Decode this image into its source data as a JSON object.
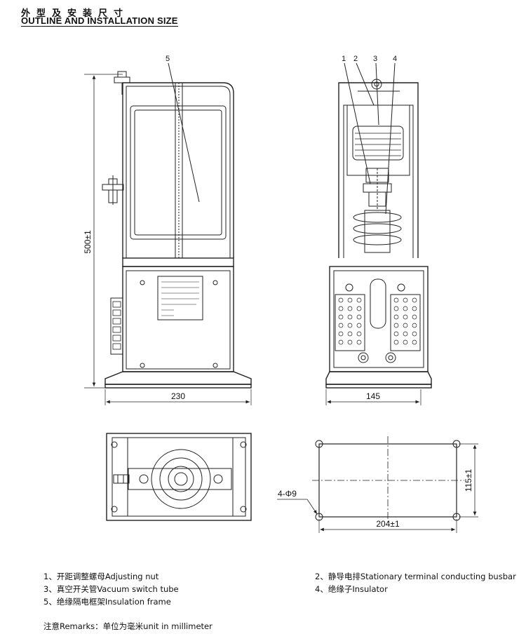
{
  "header": {
    "title_cn": "外型及安装尺寸",
    "title_en": "OUTLINE AND INSTALLATION SIZE"
  },
  "side_view": {
    "callout": "5",
    "height_dim": "500±1",
    "width_dim": "230"
  },
  "front_view": {
    "callouts": [
      "1",
      "2",
      "3",
      "4"
    ],
    "width_dim": "145"
  },
  "mount_plan": {
    "hole_label": "4-Φ9",
    "width_dim": "204±1",
    "height_dim": "115±1"
  },
  "legend": {
    "item1": "1、开距调整螺母Adjusting nut",
    "item2": "2、静导电排Stationary terminal conducting busbar",
    "item3": "3、真空开关管Vacuum switch tube",
    "item4": "4、绝缘子Insulator",
    "item5": "5、绝缘隔电框架Insulation frame",
    "remarks": "注意Remarks：单位为毫米unit in millimeter"
  }
}
